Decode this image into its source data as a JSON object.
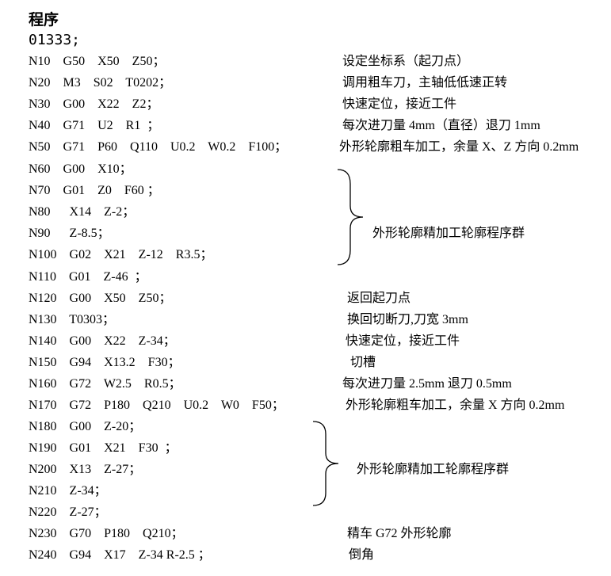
{
  "heading": "程序",
  "program_no": "01333;",
  "lines": [
    "N10    G50    X50    Z50；",
    "N20    M3    S02    T0202；",
    "N30    G00    X22    Z2；",
    "N40    G71    U2    R1  ；",
    "N50    G71    P60    Q110    U0.2    W0.2    F100；",
    "N60    G00    X10；",
    "N70    G01    Z0    F60 ；",
    "N80      X14    Z-2；",
    "N90      Z-8.5；",
    "N100    G02    X21    Z-12    R3.5；",
    "N110    G01    Z-46  ；",
    "N120    G00    X50    Z50；",
    "N130    T0303；",
    "N140    G00    X22    Z-34；",
    "N150    G94    X13.2    F30；",
    "N160    G72    W2.5    R0.5；",
    "N170    G72    P180    Q210    U0.2    W0    F50；",
    "N180    G00    Z-20；",
    "N190    G01    X21    F30  ；",
    "N200    X13    Z-27；",
    "N210    Z-34；",
    "N220    Z-27；",
    "N230    G70    P180    Q210；",
    "N240    G94    X17    Z-34 R-2.5 ；"
  ],
  "comments": [
    "设定坐标系（起刀点）",
    "调用粗车刀，主轴低低速正转",
    "快速定位，接近工件",
    "每次进刀量 4mm（直径）退刀 1mm",
    "外形轮廓粗车加工，余量 X、Z 方向 0.2mm",
    "外形轮廓精加工轮廓程序群",
    "返回起刀点",
    "换回切断刀,刀宽 3mm",
    "快速定位，接近工件",
    "切槽",
    "每次进刀量 2.5mm  退刀 0.5mm",
    "外形轮廓粗车加工，余量 X 方向 0.2mm",
    "外形轮廓精加工轮廓程序群",
    "精车 G72 外形轮廓",
    "倒角"
  ]
}
